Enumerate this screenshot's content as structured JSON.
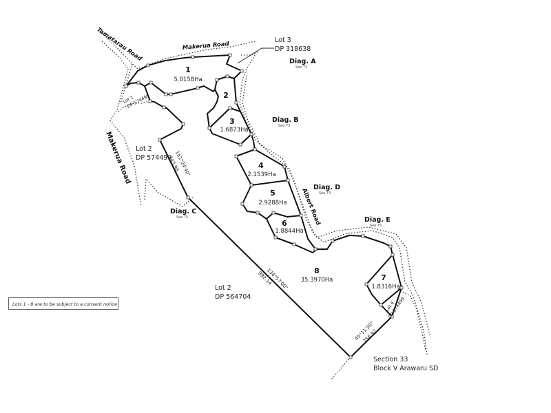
{
  "roads": {
    "tamatarau": "Tamatarau Road",
    "makerua_top": "Makerua Road",
    "makerua_left": "Makerua Road",
    "albert": "Albert Road"
  },
  "lots": [
    {
      "number": "1",
      "area": "5.0158Ha"
    },
    {
      "number": "2",
      "area": ""
    },
    {
      "number": "3",
      "area": "1.6873Ha"
    },
    {
      "number": "4",
      "area": "2.1539Ha"
    },
    {
      "number": "5",
      "area": "2.9288Ha"
    },
    {
      "number": "6",
      "area": "1.8844Ha"
    },
    {
      "number": "7",
      "area": "1.8316Ha"
    },
    {
      "number": "8",
      "area": "35.3970Ha"
    }
  ],
  "adjacent": {
    "lot3_dp318638": {
      "line1": "Lot 3",
      "line2": "DP 318638"
    },
    "lot1_dp574499": {
      "line1": "Lot 1",
      "line2": "DP 574499"
    },
    "lot2_dp574499": {
      "line1": "Lot 2",
      "line2": "DP 574499"
    },
    "lot2_dp564704": {
      "line1": "Lot 2",
      "line2": "DP 564704"
    },
    "lot4_dp574499": {
      "line1": "Lot 4",
      "line2": "DP 574499"
    },
    "section33": {
      "line1": "Section 33",
      "line2": "Block V Arawaru SD"
    }
  },
  "diagrams": [
    {
      "title": "Diag. A",
      "ref": "See T2"
    },
    {
      "title": "Diag. B",
      "ref": "See T3"
    },
    {
      "title": "Diag. C",
      "ref": "See T5"
    },
    {
      "title": "Diag. D",
      "ref": "See T4"
    },
    {
      "title": "Diag. E",
      "ref": "See T5"
    }
  ],
  "bearings": {
    "b1": {
      "bearing": "151°24'40\"",
      "distance": "243.96"
    },
    "b2": {
      "bearing": "134°57'00\"",
      "distance": "992.14"
    },
    "b3": {
      "bearing": "45°11'30\"",
      "distance": "256.92"
    }
  },
  "note": "Lots 1 - 8 are to be subject to a consent notice"
}
